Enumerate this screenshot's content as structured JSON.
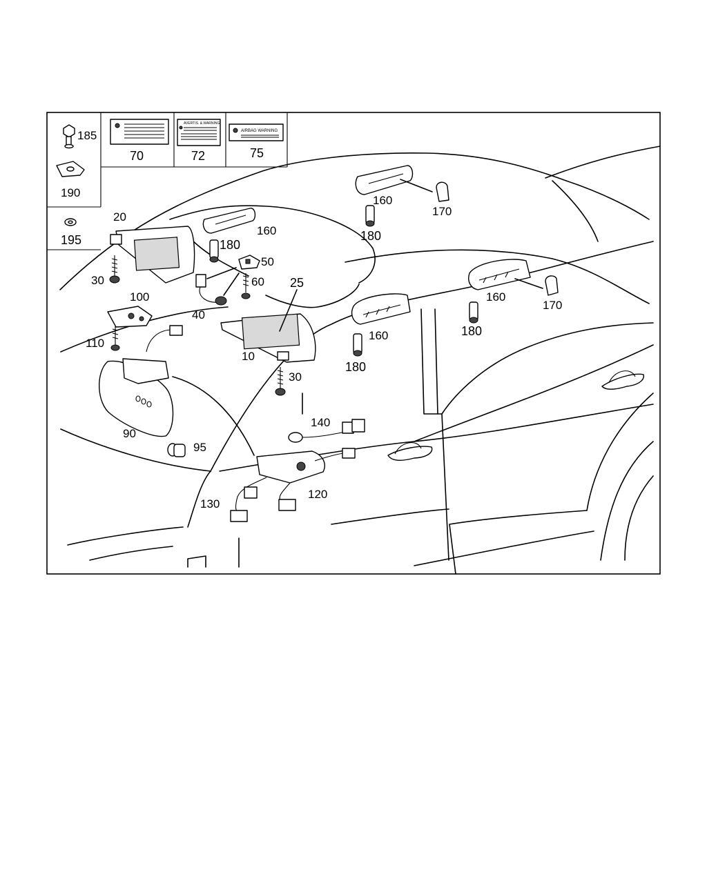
{
  "labels": {
    "l10": "10",
    "l20": "20",
    "l25": "25",
    "l30a": "30",
    "l30b": "30",
    "l40": "40",
    "l50": "50",
    "l60": "60",
    "l70": "70",
    "l72": "72",
    "l75": "75",
    "l90": "90",
    "l95": "95",
    "l100": "100",
    "l110": "110",
    "l120": "120",
    "l130": "130",
    "l140": "140",
    "l160a": "160",
    "l160b": "160",
    "l160c": "160",
    "l160d": "160",
    "l170a": "170",
    "l170b": "170",
    "l180a": "180",
    "l180b": "180",
    "l180c": "180",
    "l180d": "180",
    "l185": "185",
    "l190": "190",
    "l195": "195"
  },
  "decals": {
    "airbag_warning": "AIRBAG WARNING",
    "avertis_warning": "AVERTIS. & WARNING"
  }
}
